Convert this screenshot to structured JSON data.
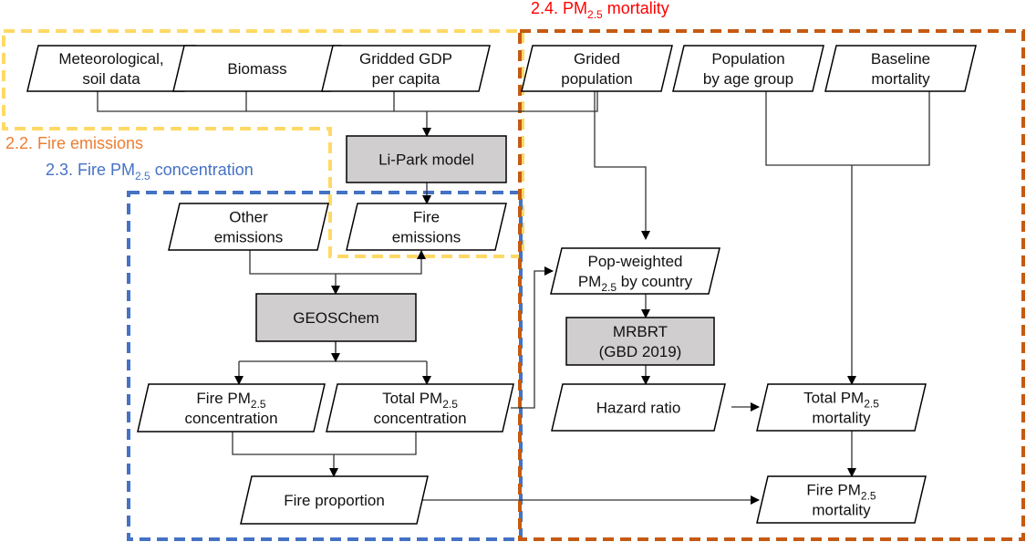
{
  "colors": {
    "emissions_frame": "#FFD966",
    "concentration_frame": "#4472C4",
    "mortality_frame": "#C55A11",
    "emissions_title": "#ED7D31",
    "concentration_title": "#4472C4",
    "mortality_title": "#FF0000",
    "process_fill": "#D0CECE",
    "data_fill": "#FFFFFF",
    "connector": "#000000"
  },
  "sections": {
    "emissions": {
      "prefix": "2.2. Fire emissions"
    },
    "concentration": {
      "prefix": "2.3. Fire PM",
      "sub": "2.5",
      "suffix": " concentration"
    },
    "mortality": {
      "prefix": "2.4. PM",
      "sub": "2.5",
      "suffix": " mortality"
    }
  },
  "nodes": {
    "meteo": {
      "shape": "data",
      "line1": "Meteorological,",
      "line2": "soil data"
    },
    "biomass": {
      "shape": "data",
      "line1": "Biomass"
    },
    "gdp": {
      "shape": "data",
      "line1": "Gridded GDP",
      "line2": "per capita"
    },
    "pop": {
      "shape": "data",
      "line1": "Grided",
      "line2": "population"
    },
    "age": {
      "shape": "data",
      "line1": "Population",
      "line2": "by age group"
    },
    "baseline": {
      "shape": "data",
      "line1": "Baseline",
      "line2": "mortality"
    },
    "lipark": {
      "shape": "process",
      "line1": "Li-Park model"
    },
    "other_em": {
      "shape": "data",
      "line1": "Other",
      "line2": "emissions"
    },
    "fire_em": {
      "shape": "data",
      "line1": "Fire",
      "line2": "emissions"
    },
    "geoschem": {
      "shape": "process",
      "line1": "GEOSChem"
    },
    "fire_pm": {
      "shape": "data",
      "line1_pre": "Fire PM",
      "line1_sub": "2.5",
      "line2": "concentration"
    },
    "total_pm": {
      "shape": "data",
      "line1_pre": "Total PM",
      "line1_sub": "2.5",
      "line2": "concentration"
    },
    "fire_prop": {
      "shape": "data",
      "line1": "Fire proportion"
    },
    "popw": {
      "shape": "data",
      "line1": "Pop-weighted",
      "line2_pre": "PM",
      "line2_sub": "2.5",
      "line2_post": " by country"
    },
    "mrbrt": {
      "shape": "process",
      "line1": "MRBRT",
      "line2": "(GBD 2019)"
    },
    "hazard": {
      "shape": "data",
      "line1": "Hazard ratio"
    },
    "total_mort": {
      "shape": "data",
      "line1_pre": "Total PM",
      "line1_sub": "2.5",
      "line2": "mortality"
    },
    "fire_mort": {
      "shape": "data",
      "line1_pre": "Fire PM",
      "line1_sub": "2.5",
      "line2": "mortality"
    }
  },
  "edges": [
    [
      "meteo",
      "lipark"
    ],
    [
      "biomass",
      "lipark"
    ],
    [
      "gdp",
      "lipark"
    ],
    [
      "pop",
      "lipark"
    ],
    [
      "lipark",
      "fire_em"
    ],
    [
      "other_em",
      "geoschem"
    ],
    [
      "fire_em",
      "geoschem"
    ],
    [
      "geoschem",
      "fire_pm"
    ],
    [
      "geoschem",
      "total_pm"
    ],
    [
      "fire_pm",
      "fire_prop"
    ],
    [
      "total_pm",
      "fire_prop"
    ],
    [
      "total_pm",
      "popw"
    ],
    [
      "pop",
      "popw"
    ],
    [
      "popw",
      "mrbrt"
    ],
    [
      "mrbrt",
      "hazard"
    ],
    [
      "age",
      "total_mort"
    ],
    [
      "baseline",
      "total_mort"
    ],
    [
      "hazard",
      "total_mort"
    ],
    [
      "total_mort",
      "fire_mort"
    ],
    [
      "fire_prop",
      "fire_mort"
    ]
  ]
}
